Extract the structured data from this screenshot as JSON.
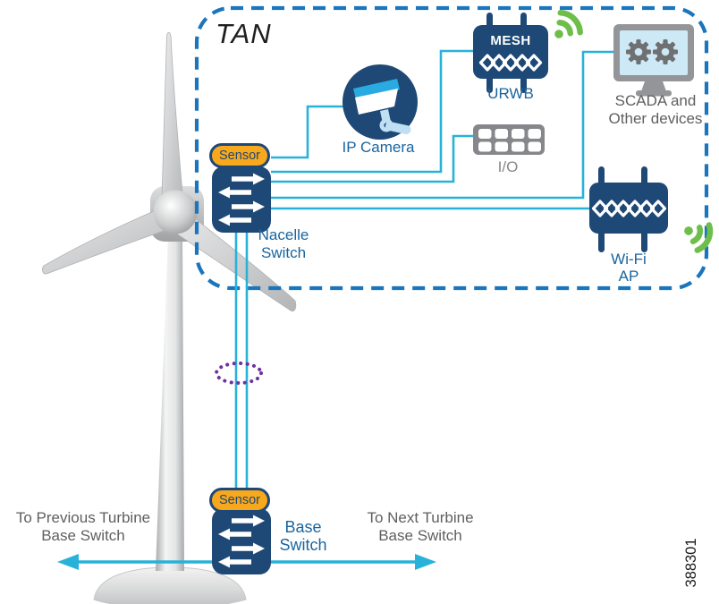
{
  "figure": {
    "number": "388301"
  },
  "tan": {
    "label": "TAN"
  },
  "devices": {
    "ip_camera": {
      "label": "IP Camera"
    },
    "mesh": {
      "box_label": "MESH",
      "label": "URWB"
    },
    "io": {
      "label": "I/O"
    },
    "scada": {
      "label_line1": "SCADA and",
      "label_line2": "Other devices"
    },
    "wifi_ap": {
      "label_line1": "Wi-Fi",
      "label_line2": "AP"
    },
    "nacelle_switch": {
      "label_line1": "Nacelle",
      "label_line2": "Switch",
      "sensor_label": "Sensor"
    },
    "base_switch": {
      "label_line1": "Base",
      "label_line2": "Switch",
      "sensor_label": "Sensor"
    }
  },
  "links": {
    "previous": {
      "line1": "To Previous Turbine",
      "line2": "Base Switch"
    },
    "next": {
      "line1": "To Next Turbine",
      "line2": "Base Switch"
    }
  },
  "colors": {
    "device_navy": "#1E4876",
    "link_cyan": "#29B2D9",
    "tan_border_blue": "#1B75BC",
    "sensor_orange": "#F8A81D",
    "wireless_green": "#6EBE4A",
    "icon_gray": "#939598",
    "screen_blue": "#CDE9F6",
    "slipring_purple": "#7031A0",
    "label_blue": "#1A659E",
    "label_gray": "#5E5F61"
  }
}
